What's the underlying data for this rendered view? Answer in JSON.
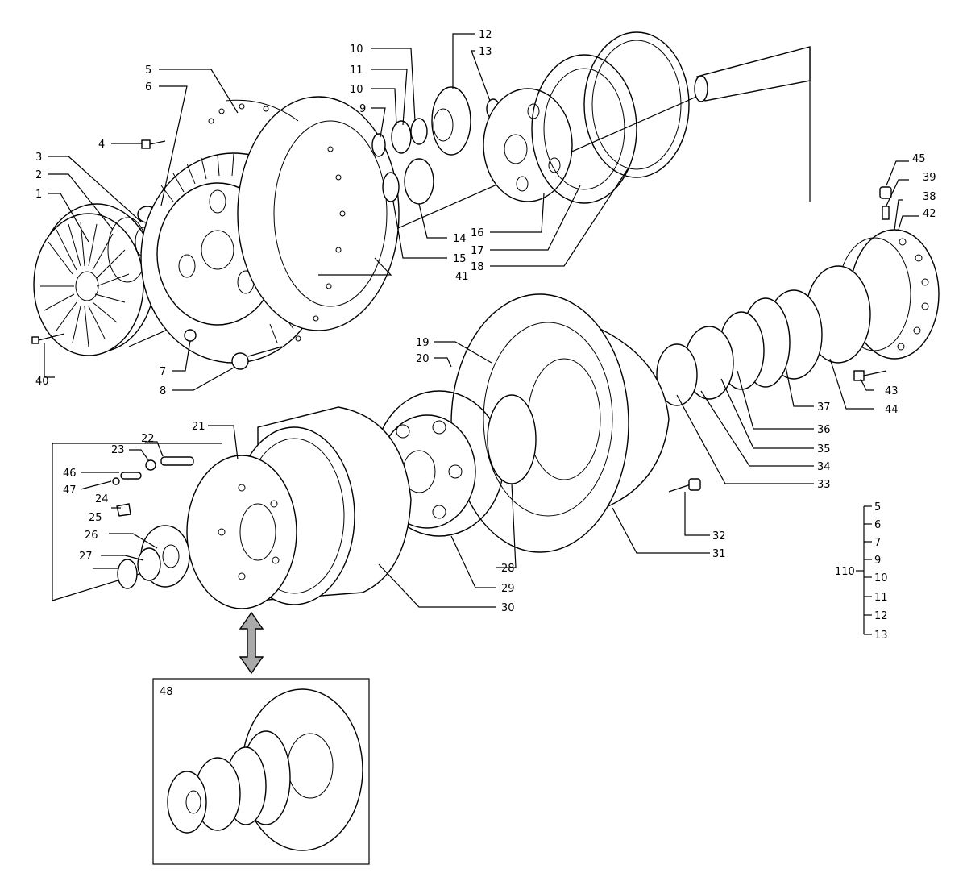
{
  "labels": {
    "l1": "1",
    "l2": "2",
    "l3": "3",
    "l4": "4",
    "l5": "5",
    "l6": "6",
    "l7": "7",
    "l8": "8",
    "l9": "9",
    "l10a": "10",
    "l10b": "10",
    "l11": "11",
    "l12": "12",
    "l13": "13",
    "l14": "14",
    "l15": "15",
    "l16": "16",
    "l17": "17",
    "l18": "18",
    "l19": "19",
    "l20": "20",
    "l21": "21",
    "l22": "22",
    "l23": "23",
    "l24": "24",
    "l25": "25",
    "l26": "26",
    "l27": "27",
    "l28": "28",
    "l29": "29",
    "l30": "30",
    "l31": "31",
    "l32": "32",
    "l33": "33",
    "l34": "34",
    "l35": "35",
    "l36": "36",
    "l37": "37",
    "l38": "38",
    "l39": "39",
    "l40": "40",
    "l41": "41",
    "l42": "42",
    "l43": "43",
    "l44": "44",
    "l45": "45",
    "l46": "46",
    "l47": "47",
    "l48": "48"
  },
  "kit": {
    "number": "110",
    "items": [
      "5",
      "6",
      "7",
      "9",
      "10",
      "11",
      "12",
      "13"
    ]
  },
  "inset": {
    "label": "48"
  }
}
